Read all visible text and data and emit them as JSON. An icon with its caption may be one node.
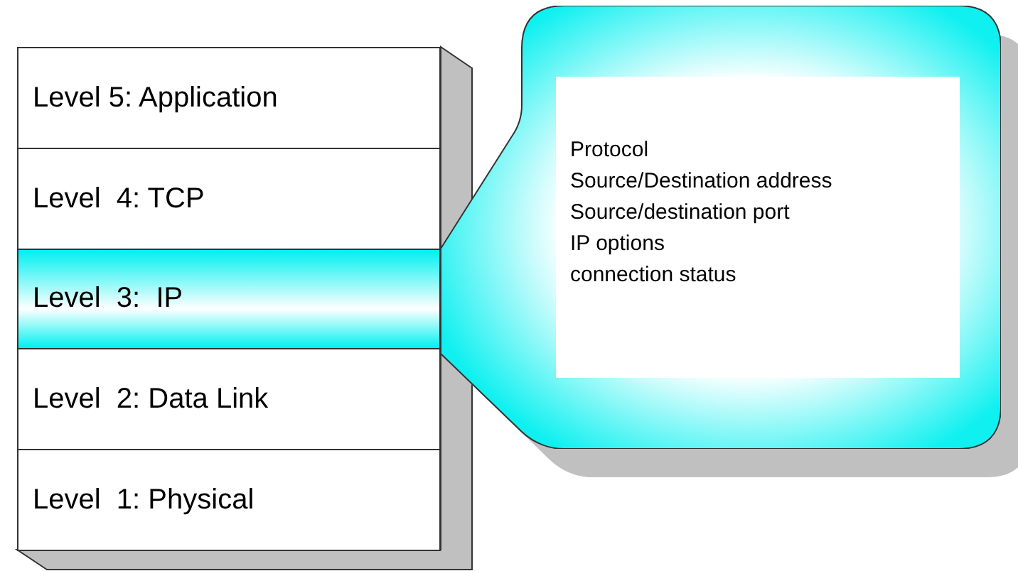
{
  "diagram": {
    "nodes": [
      {
        "text": [
          "Level 5: Application"
        ]
      },
      {
        "text": [
          "Level  4: TCP"
        ]
      },
      {
        "text": [
          "Level  3:  IP"
        ]
      },
      {
        "text": [
          "Level  2: Data Link"
        ]
      },
      {
        "text": [
          "Level  1: Physical"
        ]
      },
      {
        "text": [
          "Protocol",
          "Source/Destination address",
          "Source/destination port",
          "IP options",
          "connection status"
        ]
      }
    ]
  }
}
